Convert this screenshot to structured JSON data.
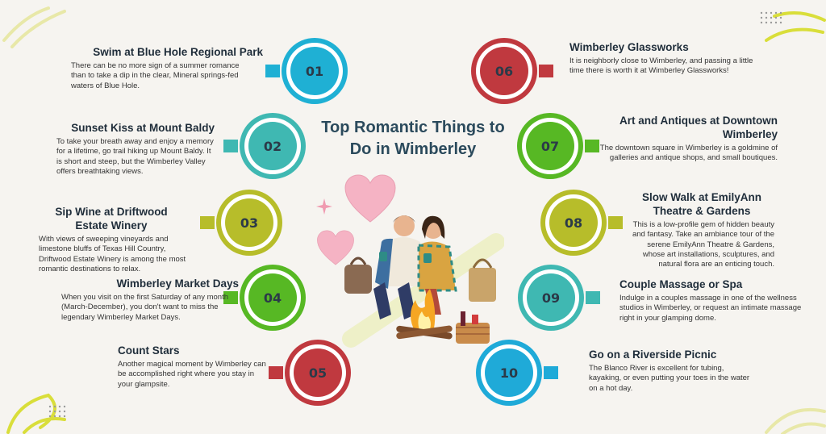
{
  "title": "Top Romantic Things to Do in Wimberley",
  "colors": {
    "blue": "#1fb0d4",
    "teal": "#3fb8b2",
    "olive": "#b7bd2a",
    "green": "#57b824",
    "red": "#c0393f",
    "sky": "#1faad8",
    "heart": "#f5b3c4",
    "background": "#f6f4f0"
  },
  "items": [
    {
      "number": "01",
      "heading": "Swim at Blue Hole Regional Park",
      "text": "There can be no more sign of a summer romance than to take a dip in the clear, Mineral springs-fed waters of Blue Hole."
    },
    {
      "number": "02",
      "heading": "Sunset Kiss at Mount Baldy",
      "text": "To take your breath away and enjoy a memory for a lifetime, go trail hiking up Mount Baldy. It is short and steep, but the Wimberley Valley offers breathtaking views."
    },
    {
      "number": "03",
      "heading": "Sip Wine at Driftwood Estate Winery",
      "text": "With views of sweeping vineyards and limestone bluffs of Texas Hill Country, Driftwood Estate Winery is among the most romantic destinations to relax."
    },
    {
      "number": "04",
      "heading": "Wimberley Market Days",
      "text": "When you visit on the first Saturday of any month (March-December), you don't want to miss the legendary Wimberley Market Days."
    },
    {
      "number": "05",
      "heading": "Count Stars",
      "text": "Another magical moment by Wimberley can be accomplished right where you stay in your glampsite."
    },
    {
      "number": "06",
      "heading": "Wimberley Glassworks",
      "text": "It is neighborly close to Wimberley, and passing a little time there is worth it at Wimberley Glassworks!"
    },
    {
      "number": "07",
      "heading": "Art and Antiques at Downtown Wimberley",
      "text": "The downtown square in Wimberley is a goldmine of galleries and antique shops, and small boutiques."
    },
    {
      "number": "08",
      "heading": "Slow Walk at EmilyAnn Theatre & Gardens",
      "text": "This is a low-profile gem of hidden beauty and fantasy. Take an ambiance tour of the serene EmilyAnn Theatre & Gardens, whose art installations, sculptures, and natural flora are an enticing touch."
    },
    {
      "number": "09",
      "heading": "Couple Massage or Spa",
      "text": "Indulge in a couples massage in one of the wellness studios in Wimberley, or request an intimate massage right in your glamping dome."
    },
    {
      "number": "10",
      "heading": "Go on a Riverside Picnic",
      "text": "The Blanco River is excellent for tubing, kayaking, or even putting your toes in the water on a hot day."
    }
  ]
}
